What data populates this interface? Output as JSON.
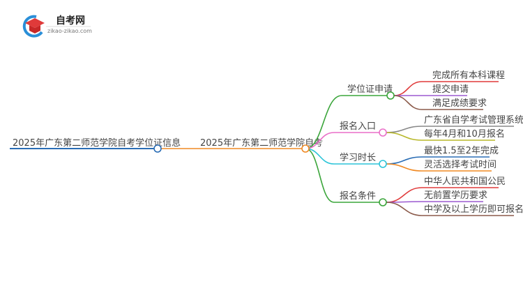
{
  "logo": {
    "title": "自考网",
    "subtitle": "zikao-zikao.com"
  },
  "root": {
    "label": "2025年广东第二师范学院自考学位证信息",
    "color": "#2a6db5"
  },
  "center": {
    "label": "2025年广东第二师范学院自考",
    "color": "#f08a24"
  },
  "branches": [
    {
      "label": "学位证申请",
      "color": "#3aa53a",
      "leaves": [
        {
          "label": "完成所有本科课程",
          "color": "#e03a3a"
        },
        {
          "label": "提交申请",
          "color": "#9b59d0"
        },
        {
          "label": "满足成绩要求",
          "color": "#8b5a4a"
        }
      ]
    },
    {
      "label": "报名入口",
      "color": "#ea6fc8",
      "leaves": [
        {
          "label": "广东省自学考试管理系统",
          "color": "#888888"
        },
        {
          "label": "每年4月和10月报名",
          "color": "#b8b82a"
        }
      ]
    },
    {
      "label": "学习时长",
      "color": "#2ac4d8",
      "leaves": [
        {
          "label": "最快1.5至2年完成",
          "color": "#2a6db5"
        },
        {
          "label": "灵活选择考试时间",
          "color": "#f08a24"
        }
      ]
    },
    {
      "label": "报名条件",
      "color": "#3aa53a",
      "leaves": [
        {
          "label": "中华人民共和国公民",
          "color": "#e03a3a"
        },
        {
          "label": "无前置学历要求",
          "color": "#9b59d0"
        },
        {
          "label": "中学及以上学历即可报名",
          "color": "#8b5a4a"
        }
      ]
    }
  ]
}
